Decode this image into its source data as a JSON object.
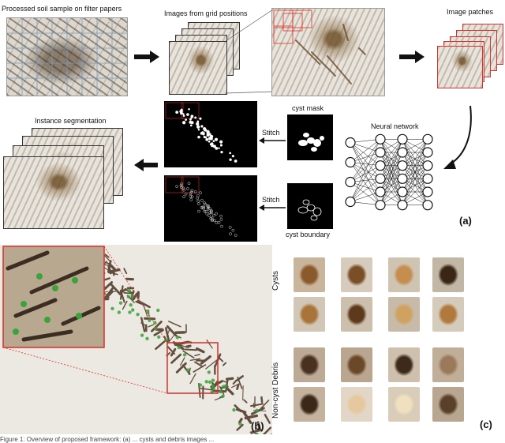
{
  "panel_a": {
    "soil_sample_caption": "Processed soil sample on filter papers",
    "grid_caption": "Images from grid positions",
    "patches_caption": "Image patches",
    "instance_caption": "Instance segmentation",
    "nn_caption": "Neural network",
    "cyst_mask_caption": "cyst mask",
    "cyst_boundary_caption": "cyst boundary",
    "stitch_top": "Stitch",
    "stitch_bottom": "Stitch",
    "letter": "(a)"
  },
  "panel_b": {
    "letter": "(b)"
  },
  "panel_c": {
    "letter": "(c)",
    "row_label_cysts": "Cysts",
    "row_label_debris": "Non-cyst Debris"
  },
  "caption_fragment": "Figure 1: Overview of proposed framework: (a) ... cysts and debris images ...",
  "colors": {
    "highlight_red": "#d8302a",
    "cyst_brown": "#8a5a2c",
    "green_marker": "#3aa33a"
  }
}
